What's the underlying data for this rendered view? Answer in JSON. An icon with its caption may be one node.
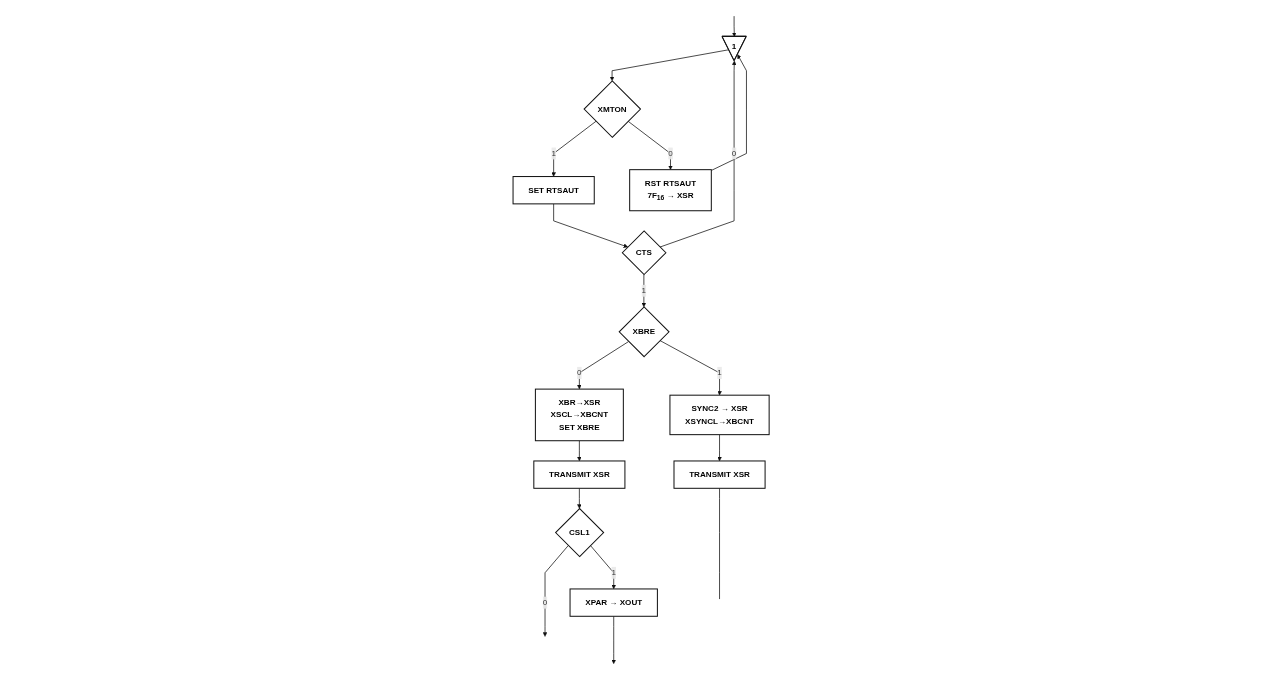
{
  "diagram": {
    "nodes": [
      {
        "text": [
          "1"
        ]
      },
      {
        "text": [
          "XMTON"
        ]
      },
      {
        "text": [
          "RST RTSAUT",
          "7F$_{16}$ → XSR"
        ]
      },
      {
        "text": [
          "SET RTSAUT"
        ]
      },
      {
        "text": [
          "CTS"
        ]
      },
      {
        "text": [
          "XBRE"
        ]
      },
      {
        "text": [
          "XBR→XSR",
          "XSCL→XBCNT",
          "SET XBRE"
        ]
      },
      {
        "text": [
          "TRANSMIT XSR"
        ]
      },
      {
        "text": [
          "CSL1"
        ]
      },
      {
        "text": [
          "XPAR → XOUT"
        ]
      },
      {
        "text": [
          "SYNC2 → XSR",
          "XSYNCL→XBCNT"
        ]
      },
      {
        "text": [
          "TRANSMIT XSR"
        ]
      }
    ],
    "edges": [
      {
        "from": null,
        "to": 0,
        "arrow": "to"
      },
      {
        "from": 0,
        "to": 1,
        "arrow": "to"
      },
      {
        "from": 1,
        "to": 3,
        "label": "1",
        "arrow": "to"
      },
      {
        "from": 1,
        "to": 2,
        "label": "0",
        "arrow": "to"
      },
      {
        "from": 2,
        "to": 0,
        "arrow": "to"
      },
      {
        "from": 3,
        "to": 4,
        "arrow": "to"
      },
      {
        "from": 4,
        "to": 5,
        "label": "1",
        "arrow": "to"
      },
      {
        "from": 4,
        "to": 0,
        "label": "0",
        "arrow": "to"
      },
      {
        "from": 5,
        "to": 6,
        "label": "0",
        "arrow": "to"
      },
      {
        "from": 5,
        "to": 10,
        "label": "1",
        "arrow": "to"
      },
      {
        "from": 6,
        "to": 7,
        "arrow": "to"
      },
      {
        "from": 7,
        "to": 8,
        "arrow": "to"
      },
      {
        "from": 8,
        "to": null,
        "label": "0",
        "arrow": "to"
      },
      {
        "from": 8,
        "to": 9,
        "label": "1",
        "arrow": "to"
      },
      {
        "from": 9,
        "to": null,
        "arrow": "to"
      },
      {
        "from": 10,
        "to": 11,
        "arrow": "to"
      },
      {
        "from": 11,
        "to": null,
        "arrow": "none"
      }
    ]
  }
}
